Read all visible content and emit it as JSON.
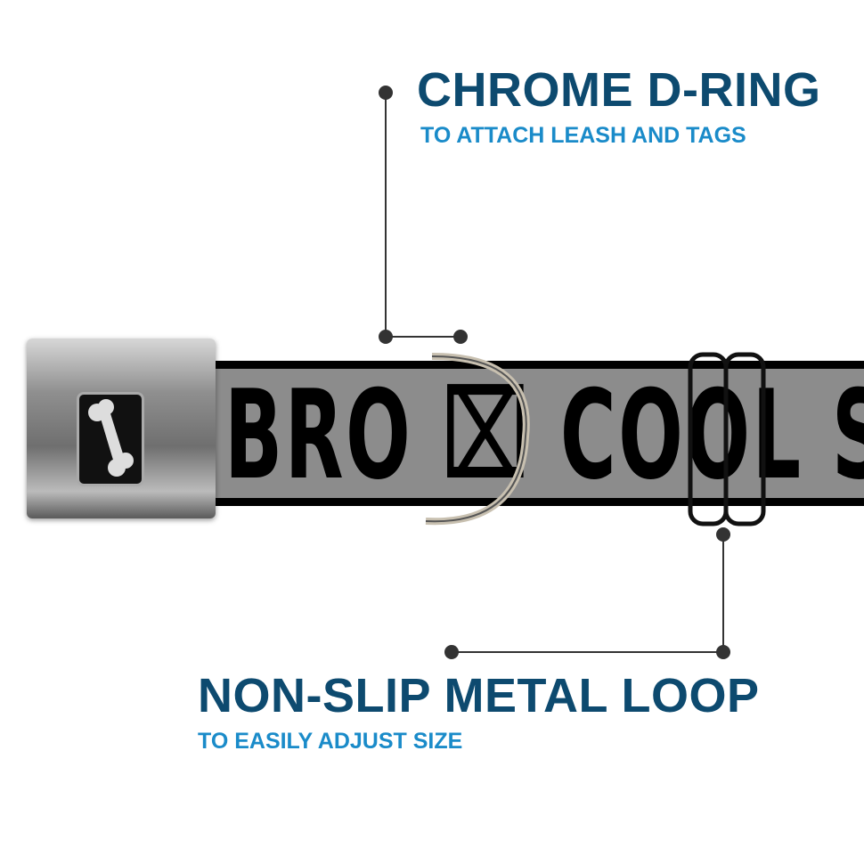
{
  "callouts": [
    {
      "title": "CHROME D-RING",
      "subtitle": "TO ATTACH LEASH AND TAGS"
    },
    {
      "title": "NON-SLIP METAL LOOP",
      "subtitle": "TO EASILY ADJUST SIZE"
    }
  ],
  "collar": {
    "print_text": "BRO ⌧ COOL S"
  },
  "colors": {
    "title": "#0d4a6f",
    "subtitle": "#1a8bc9",
    "strap": "#8c8c8c"
  }
}
